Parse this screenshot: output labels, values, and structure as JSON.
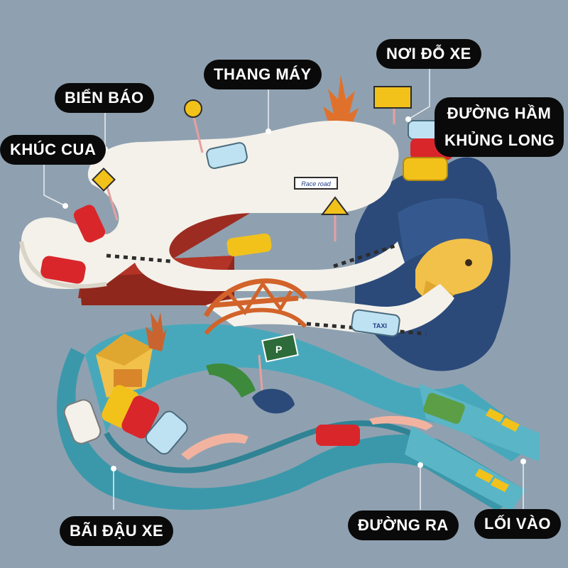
{
  "labels": {
    "noi_do_xe": "NƠI ĐỖ XE",
    "thang_may": "THANG MÁY",
    "bien_bao": "BIỂN BÁO",
    "duong_ham_line1": "ĐƯỜNG HẦM",
    "duong_ham_line2": "KHỦNG LONG",
    "khuc_cua": "KHÚC CUA",
    "bai_dau_xe": "BÃI ĐẬU XE",
    "duong_ra": "ĐƯỜNG RA",
    "loi_vao": "LỐI VÀO"
  },
  "toy_text": {
    "race_road": "Race road",
    "parking_sign": "P",
    "taxi": "TAXI"
  },
  "colors": {
    "background": "#8fa1b0",
    "label_bg": "#0a0a0a",
    "label_text": "#ffffff",
    "track_white": "#f4f1ea",
    "track_teal": "#3fa0b3",
    "ramp_red": "#a83226",
    "bridge_orange": "#d2632a",
    "mountain_blue": "#2b4a7a",
    "dinosaur_yellow": "#f2c14a",
    "car_red": "#d9262b",
    "car_yellow": "#f2c21b",
    "car_blue": "#bfe2f2"
  },
  "icons": [
    "road-sign-icon",
    "parking-sign-icon",
    "tree-icon",
    "car-icon"
  ]
}
